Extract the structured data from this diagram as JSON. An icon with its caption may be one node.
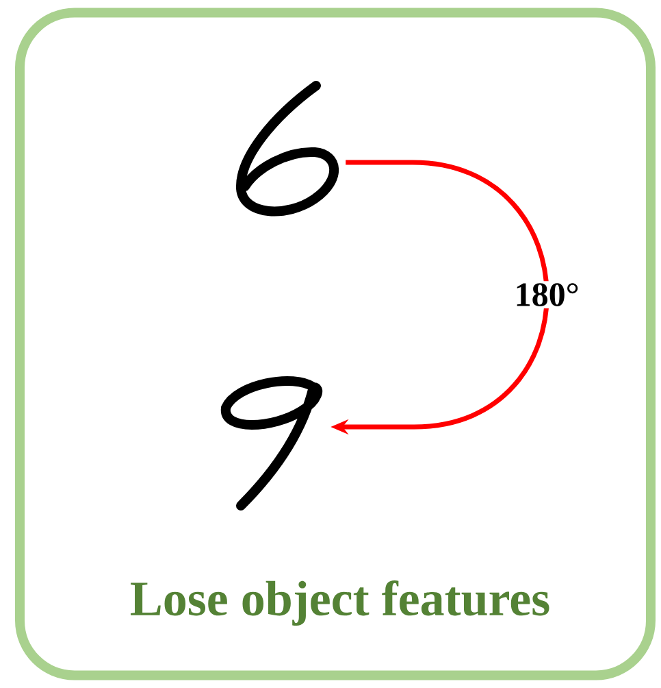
{
  "diagram": {
    "nodes": [
      {
        "text": [
          "Lose object features"
        ]
      },
      {
        "text": [],
        "shape": "picture",
        "in": 0
      },
      {
        "text": [],
        "shape": "picture",
        "in": 0
      }
    ],
    "edges": [
      {
        "from": 1,
        "to": 2,
        "arrow": "to",
        "label": "180°",
        "color": "#ff0000"
      }
    ]
  }
}
